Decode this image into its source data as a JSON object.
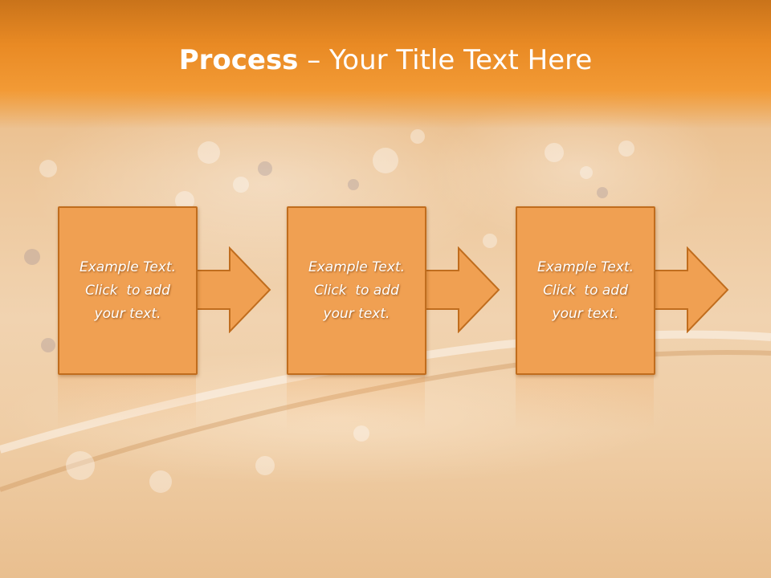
{
  "header": {
    "title_bold": "Process",
    "title_rest": " – Your Title Text Here"
  },
  "steps": [
    {
      "line1": "Example Text.",
      "line2": "Click  to add",
      "line3": "your text."
    },
    {
      "line1": "Example Text.",
      "line2": "Click  to add",
      "line3": "your text."
    },
    {
      "line1": "Example Text.",
      "line2": "Click  to add",
      "line3": "your text."
    }
  ],
  "colors": {
    "header": "#e98a24",
    "box_fill": "#f0a052",
    "box_border": "#c06d1e"
  },
  "icons": [
    "arrow-right-icon",
    "arrow-right-icon",
    "arrow-right-icon"
  ]
}
